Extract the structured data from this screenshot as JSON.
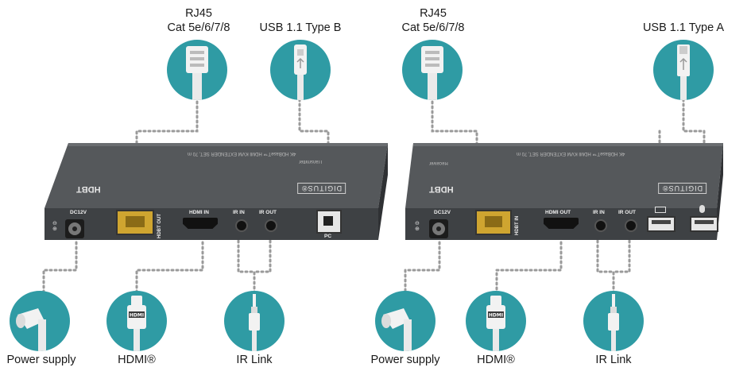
{
  "left_unit": {
    "rj45_label_line1": "RJ45",
    "rj45_label_line2": "Cat 5e/6/7/8",
    "usb_label": "USB 1.1 Type B",
    "power_label": "Power supply",
    "hdmi_label": "HDMI®",
    "ir_label": "IR Link",
    "ports": {
      "dc": "DC12V",
      "hdbt": "HDBT OUT",
      "hdmi": "HDMI IN",
      "ir_in": "IR IN",
      "ir_out": "IR OUT",
      "pc": "PC"
    },
    "top_text": "4K HDBaseT™ HDMI KVM EXTENDER SET, 70 m",
    "top_subtext": "Transmitter",
    "brand": "DIGITUS®",
    "hdbt_logo": "HDBT"
  },
  "right_unit": {
    "rj45_label_line1": "RJ45",
    "rj45_label_line2": "Cat 5e/6/7/8",
    "usb_label": "USB 1.1 Type A",
    "power_label": "Power supply",
    "hdmi_label": "HDMI®",
    "ir_label": "IR Link",
    "ports": {
      "dc": "DC12V",
      "hdbt": "HDBT IN",
      "hdmi": "HDMI OUT",
      "ir_in": "IR IN",
      "ir_out": "IR OUT"
    },
    "top_text": "4K HDBaseT™ HDMI KVM EXTENDER SET, 70 m",
    "top_subtext": "Receiver",
    "brand": "DIGITUS®",
    "hdbt_logo": "HDBT"
  },
  "colors": {
    "circle": "#2f9ba4",
    "device": "#4a4d50",
    "rj45_port": "#d8b23a",
    "dotted_line": "#9a9a9a"
  },
  "icons": [
    "rj45-connector-icon",
    "usb-b-connector-icon",
    "usb-a-connector-icon",
    "power-plug-icon",
    "hdmi-connector-icon",
    "audio-jack-icon"
  ]
}
